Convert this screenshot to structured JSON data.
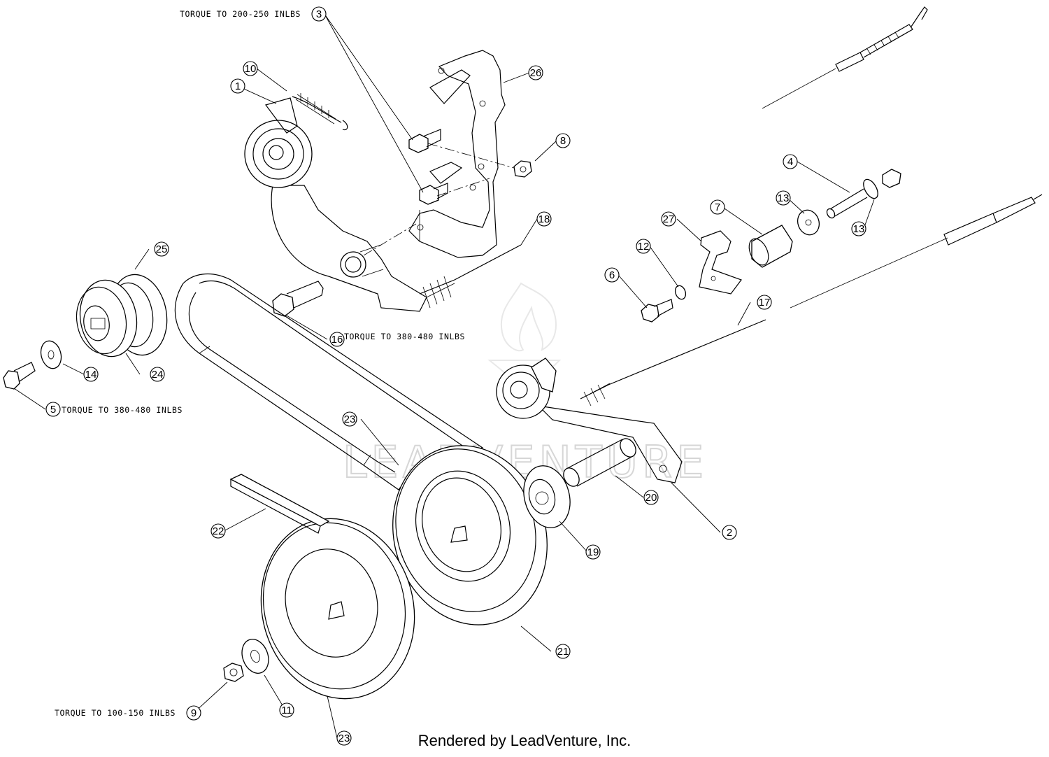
{
  "callouts": [
    {
      "num": "1"
    },
    {
      "num": "2"
    },
    {
      "num": "3"
    },
    {
      "num": "4"
    },
    {
      "num": "5"
    },
    {
      "num": "6"
    },
    {
      "num": "7"
    },
    {
      "num": "8"
    },
    {
      "num": "9"
    },
    {
      "num": "10"
    },
    {
      "num": "11"
    },
    {
      "num": "12"
    },
    {
      "num": "13"
    },
    {
      "num": "13"
    },
    {
      "num": "14"
    },
    {
      "num": "16"
    },
    {
      "num": "17"
    },
    {
      "num": "18"
    },
    {
      "num": "19"
    },
    {
      "num": "20"
    },
    {
      "num": "21"
    },
    {
      "num": "22"
    },
    {
      "num": "23"
    },
    {
      "num": "23"
    },
    {
      "num": "24"
    },
    {
      "num": "25"
    },
    {
      "num": "26"
    },
    {
      "num": "27"
    }
  ],
  "notes": {
    "torque_3": "TORQUE TO 200-250 INLBS",
    "torque_16": "TORQUE TO 380-480 INLBS",
    "torque_5": "TORQUE TO 380-480 INLBS",
    "torque_9": "TORQUE TO 100-150 INLBS"
  },
  "watermark": "LEADVENTURE",
  "credit": "Rendered by LeadVenture, Inc."
}
